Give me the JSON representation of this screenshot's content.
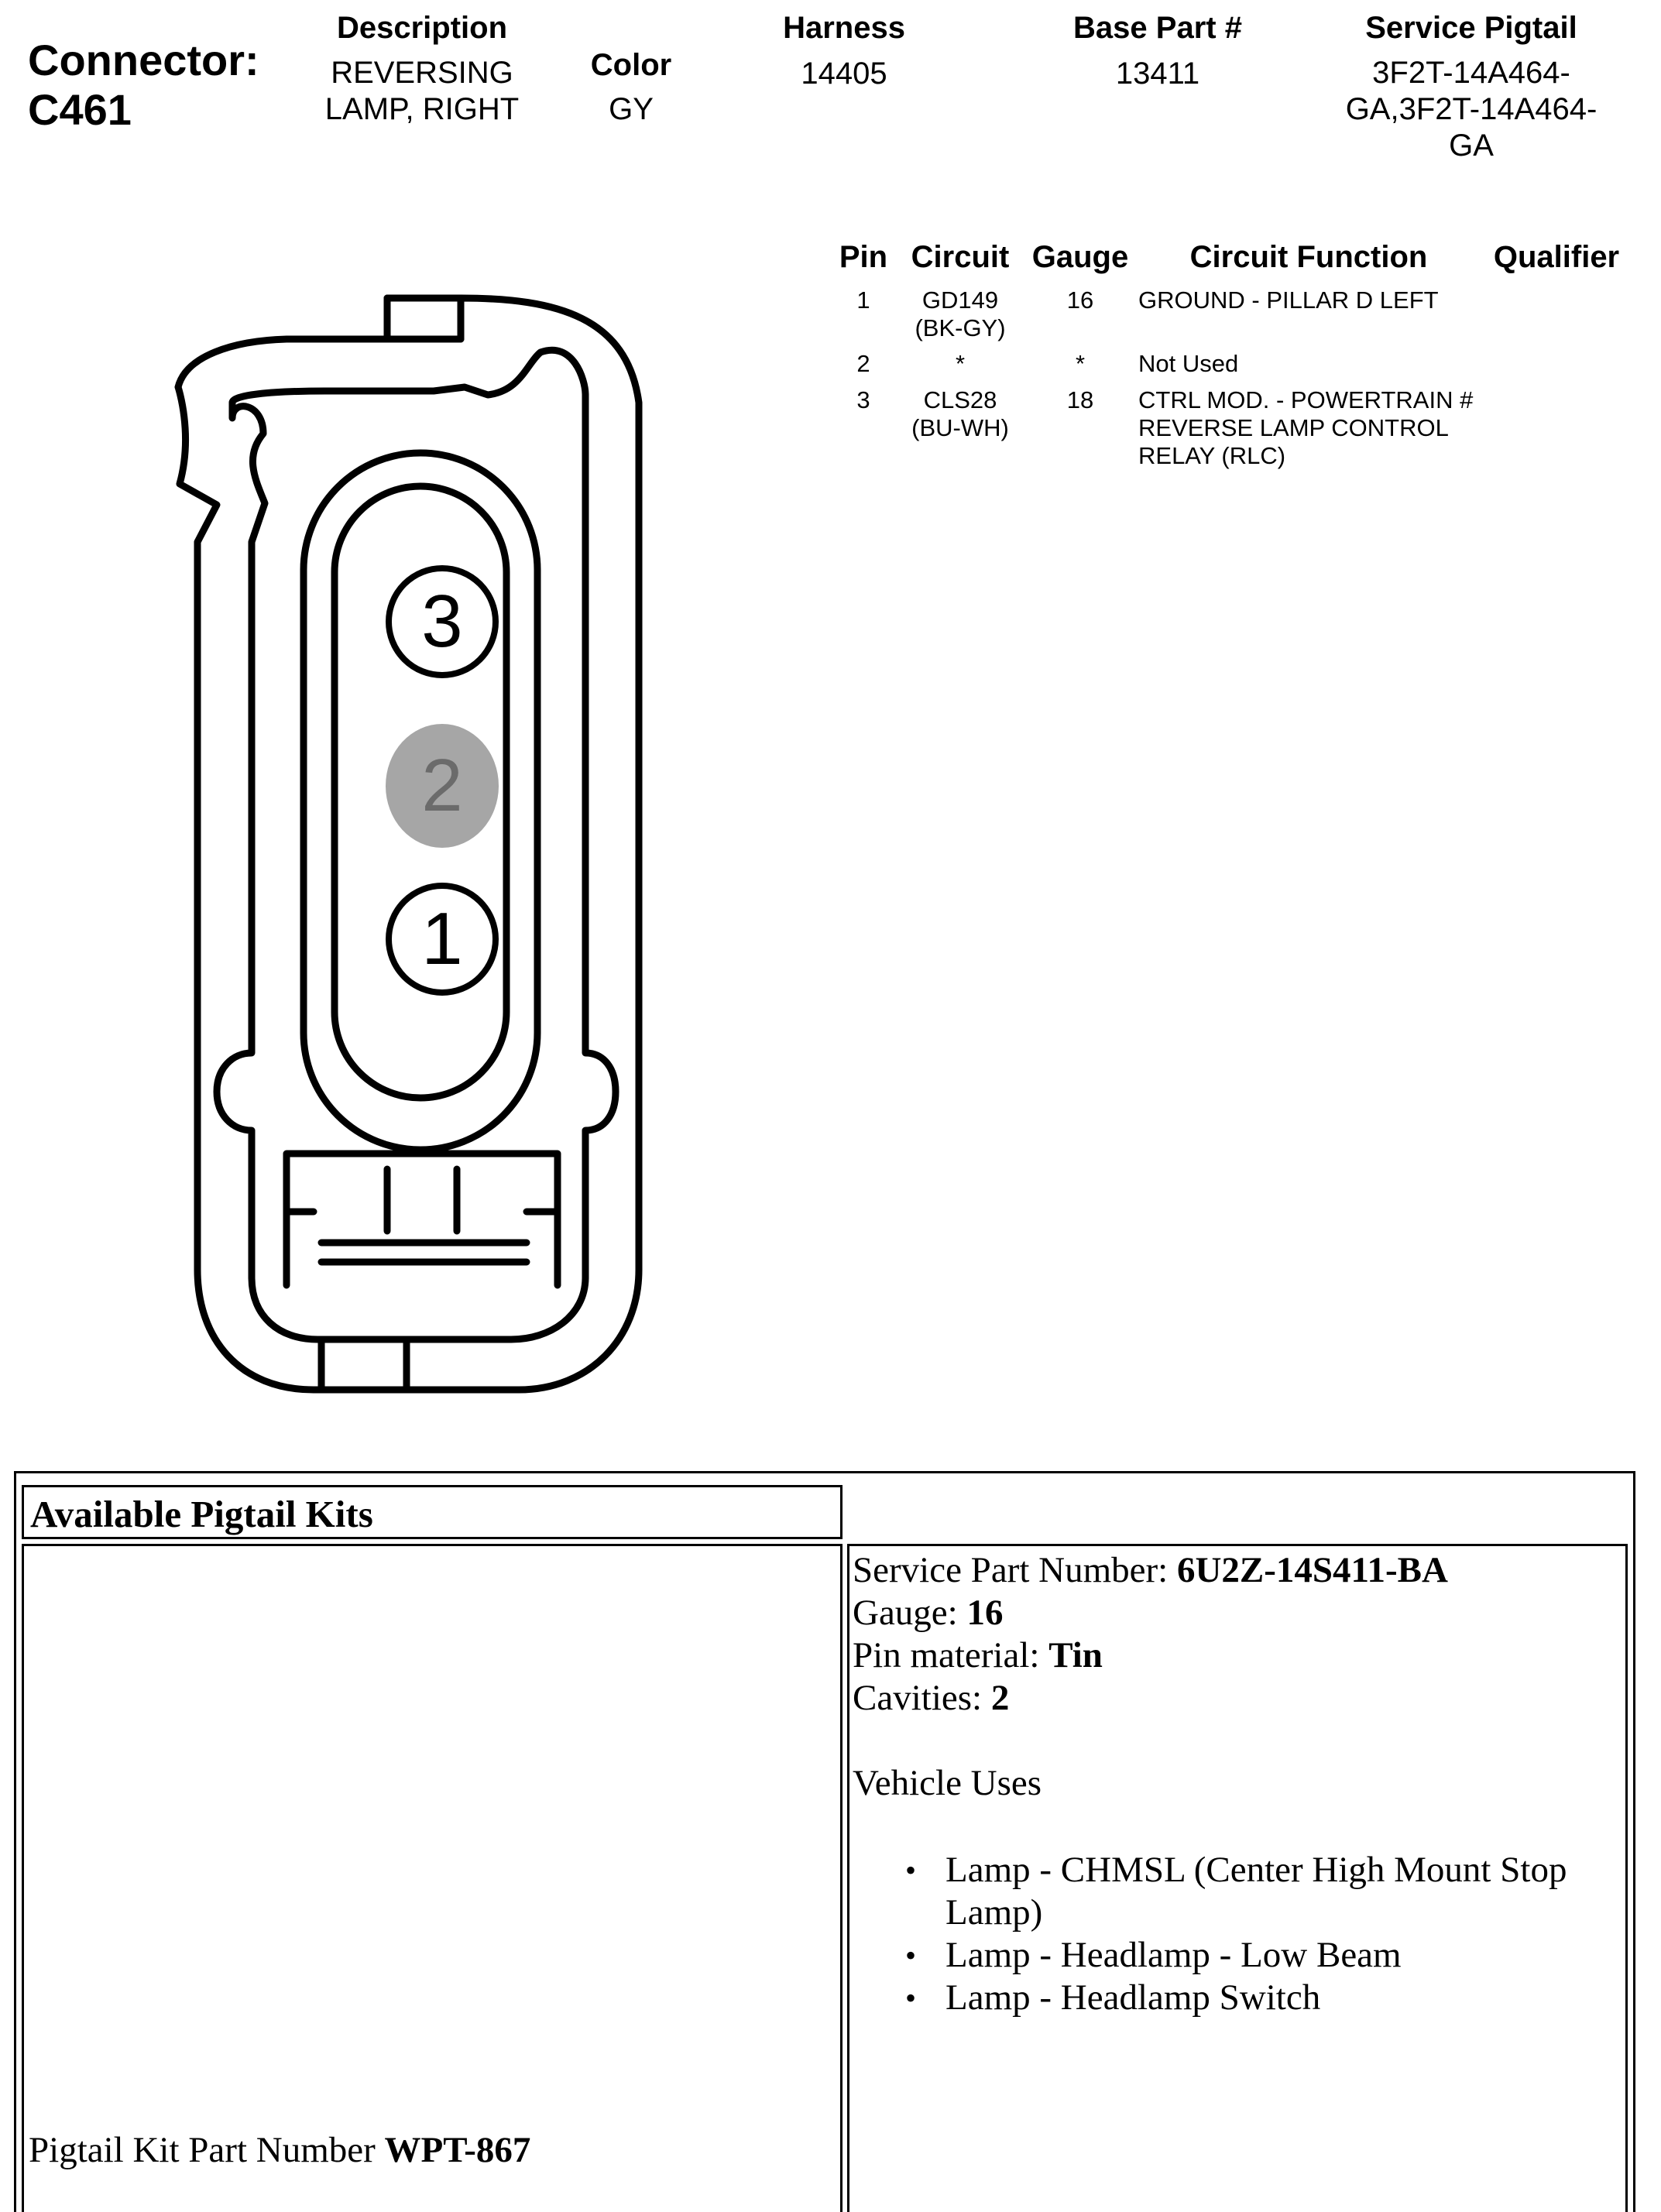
{
  "header": {
    "connector_label": "Connector:",
    "connector_id": "C461",
    "description_label": "Description",
    "description_value": [
      "REVERSING",
      "LAMP, RIGHT"
    ],
    "color_label": "Color",
    "color_value": "GY",
    "harness_label": "Harness",
    "harness_value": "14405",
    "base_part_label": "Base Part #",
    "base_part_value": "13411",
    "service_pigtail_label": "Service Pigtail",
    "service_pigtail_value": [
      "3F2T-14A464-",
      "GA,3F2T-14A464-",
      "GA"
    ]
  },
  "pin_table": {
    "headers": [
      "Pin",
      "Circuit",
      "Gauge",
      "Circuit Function",
      "Qualifier"
    ],
    "rows": [
      {
        "pin": "1",
        "circuit": [
          "GD149",
          "(BK-GY)"
        ],
        "gauge": "16",
        "function": [
          "GROUND - PILLAR D LEFT"
        ],
        "qualifier": ""
      },
      {
        "pin": "2",
        "circuit": [
          "*"
        ],
        "gauge": "*",
        "function": [
          "Not Used"
        ],
        "qualifier": ""
      },
      {
        "pin": "3",
        "circuit": [
          "CLS28",
          "(BU-WH)"
        ],
        "gauge": "18",
        "function": [
          "CTRL MOD. - POWERTRAIN #",
          "REVERSE LAMP CONTROL",
          "RELAY (RLC)"
        ],
        "qualifier": ""
      }
    ]
  },
  "connector_diagram": {
    "pins": [
      {
        "label": "3",
        "used": true
      },
      {
        "label": "2",
        "used": false
      },
      {
        "label": "1",
        "used": true
      }
    ],
    "unused_fill": "#a6a6a6",
    "unused_text": "#6b6b6b"
  },
  "pigtail": {
    "title": "Available Pigtail Kits",
    "kit_label": "Pigtail Kit Part Number ",
    "kit_value": "WPT-867",
    "service_part_label": "Service Part Number: ",
    "service_part_value": "6U2Z-14S411-BA",
    "gauge_label": "Gauge: ",
    "gauge_value": "16",
    "pin_material_label": "Pin material: ",
    "pin_material_value": "Tin",
    "cavities_label": "Cavities: ",
    "cavities_value": "2",
    "vehicle_uses_label": "Vehicle Uses",
    "vehicle_uses": [
      [
        "Lamp - CHMSL (Center High Mount Stop",
        "Lamp)"
      ],
      [
        "Lamp - Headlamp - Low Beam"
      ],
      [
        "Lamp - Headlamp Switch"
      ]
    ]
  }
}
